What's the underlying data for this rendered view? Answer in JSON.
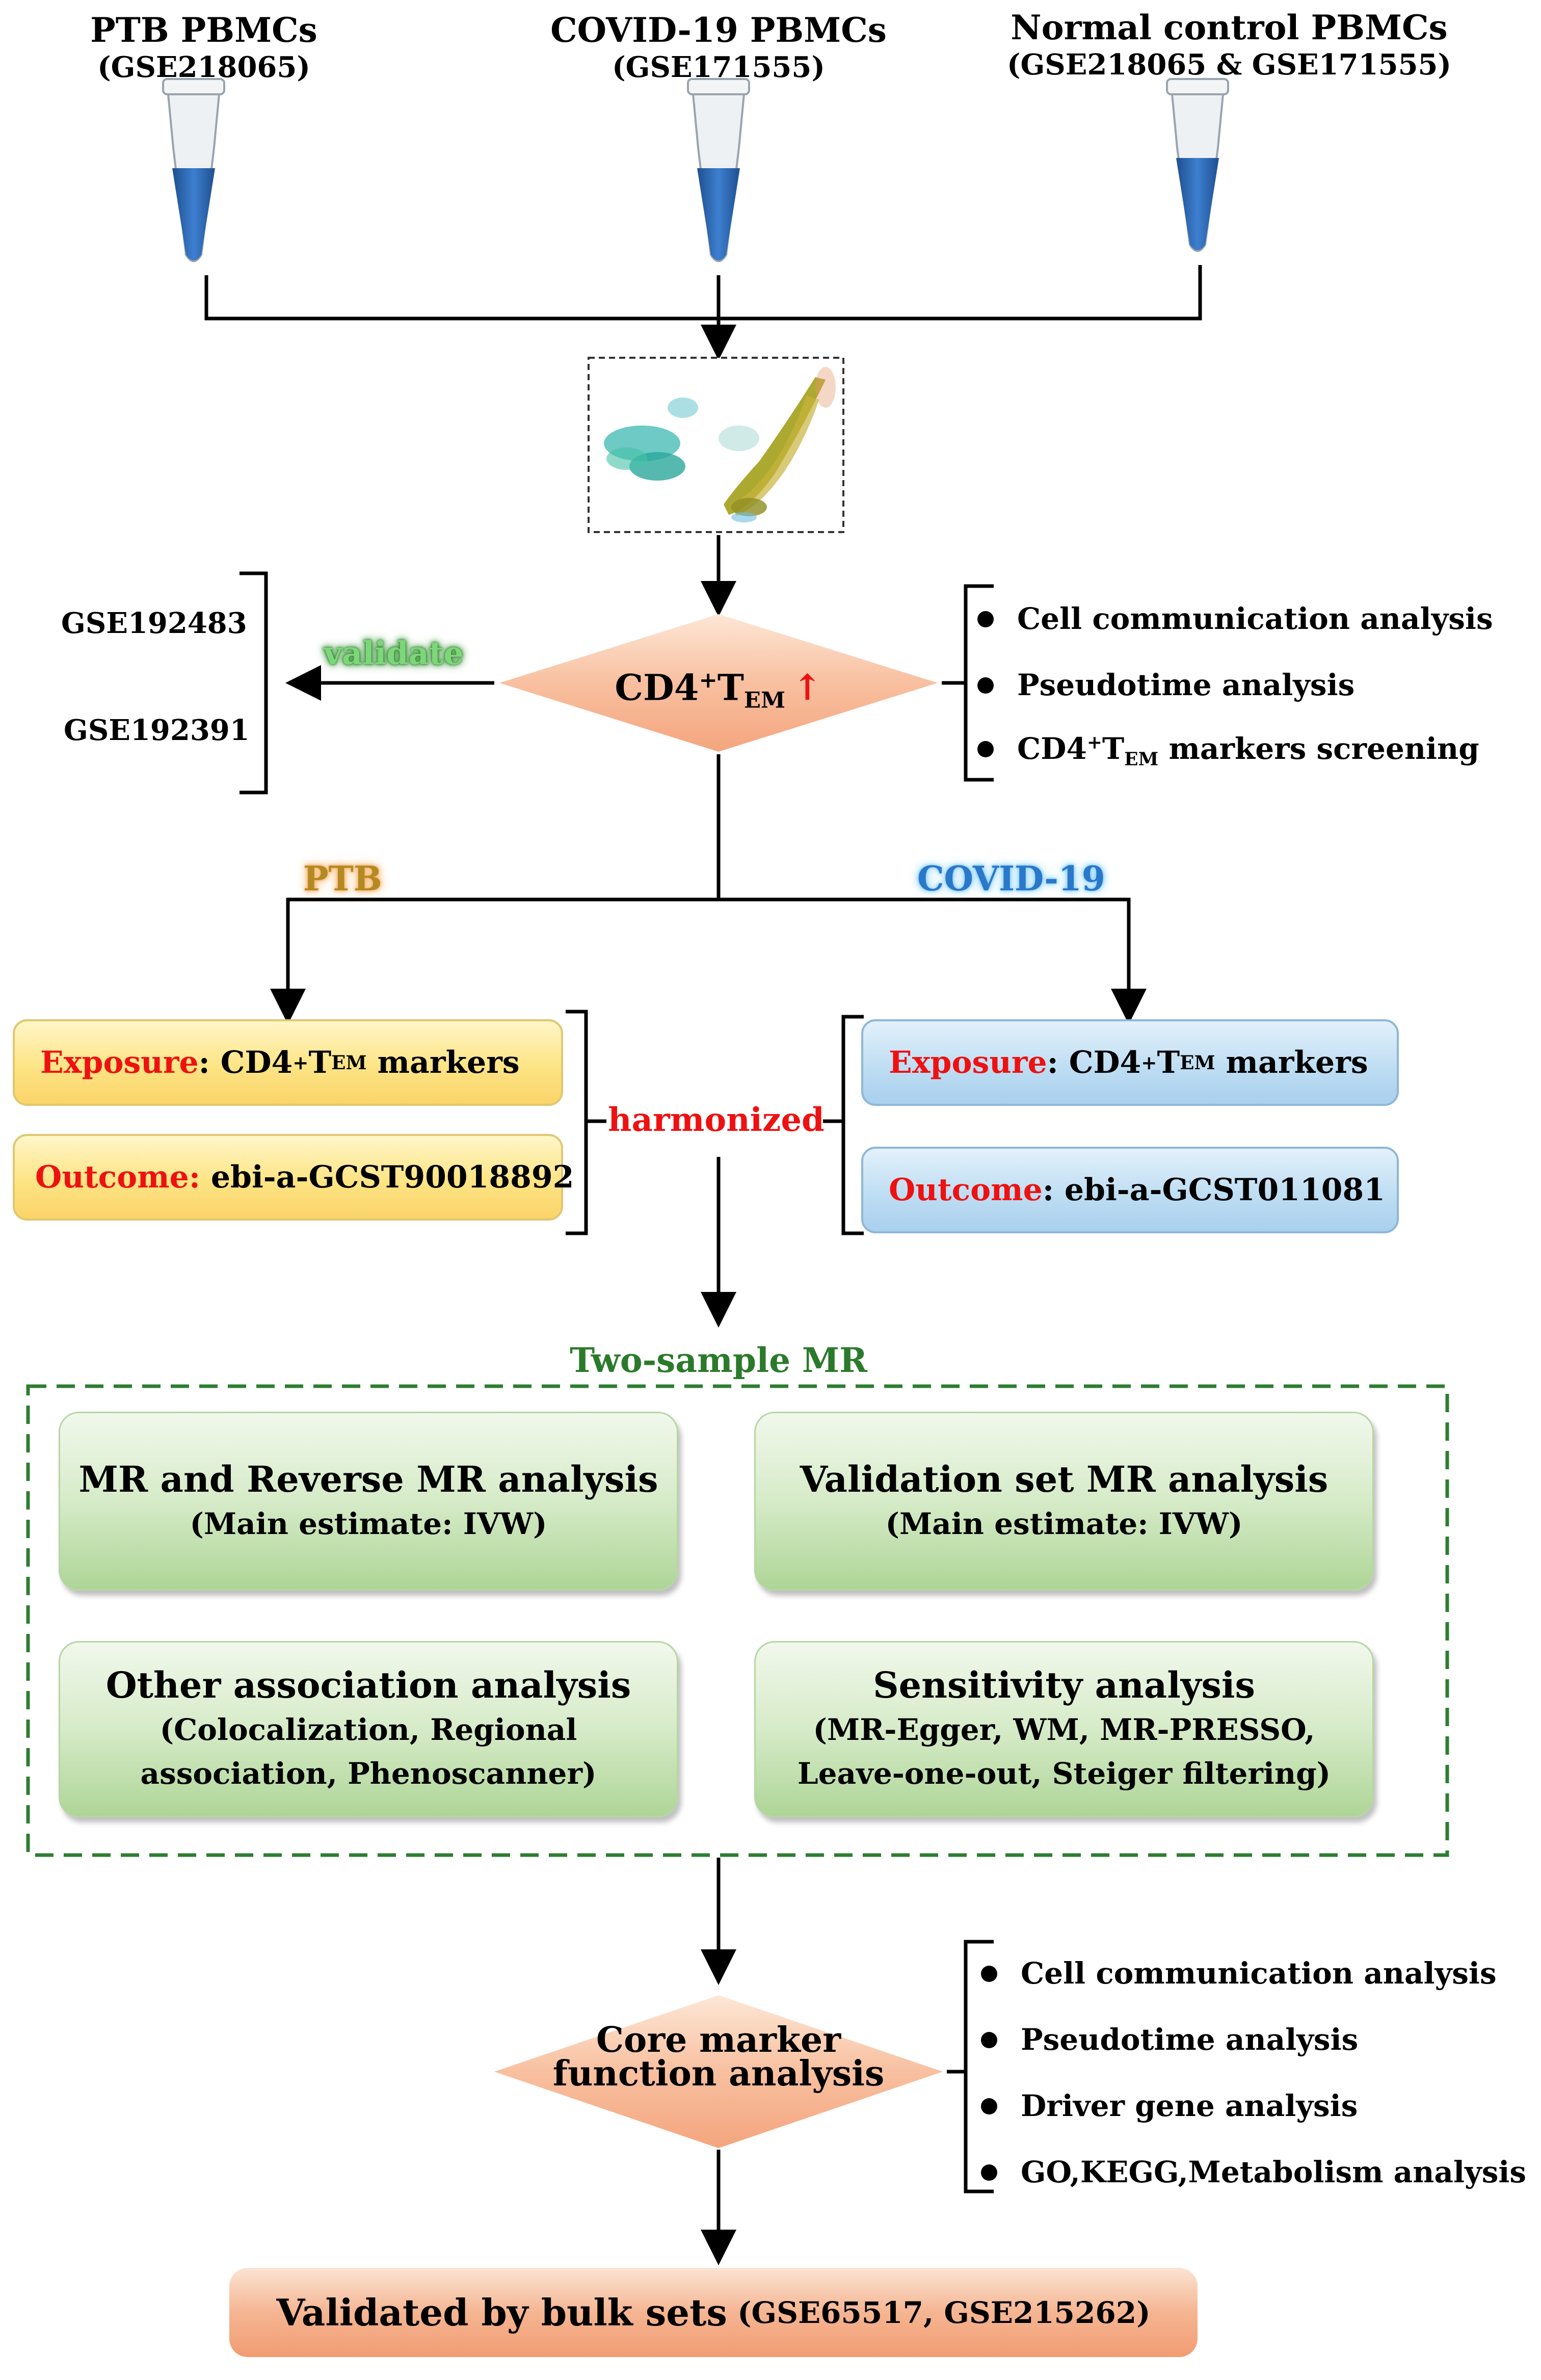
{
  "sources": [
    {
      "title": "PTB PBMCs",
      "subtitle": "(GSE218065)"
    },
    {
      "title": "COVID-19 PBMCs",
      "subtitle": "(GSE171555)"
    },
    {
      "title": "Normal control PBMCs",
      "subtitle": "(GSE218065 & GSE171555)"
    }
  ],
  "diamond1": {
    "prefix": "CD4",
    "sup": "+",
    "t": "T",
    "sub": "EM",
    "arrow": "↑"
  },
  "validation": {
    "label": "validate",
    "datasets": [
      "GSE192483",
      "GSE192391"
    ]
  },
  "analyses1": {
    "item1": "Cell communication analysis",
    "item2": "Pseudotime analysis",
    "item3_prefix": "CD4",
    "item3_sup": "+",
    "item3_t": "T",
    "item3_sub": "EM",
    "item3_suffix": " markers screening"
  },
  "branches": {
    "left": "PTB",
    "right": "COVID-19"
  },
  "ptb": {
    "exposure_label": "Exposure",
    "exposure_colon": ": ",
    "exposure_prefix": "CD4",
    "exposure_sup": "+",
    "exposure_t": "T",
    "exposure_sub": "EM",
    "exposure_suffix": " markers",
    "outcome_label": "Outcome:",
    "outcome_value": " ebi-a-GCST90018892"
  },
  "covid": {
    "exposure_label": "Exposure",
    "exposure_colon": ": ",
    "exposure_prefix": "CD4",
    "exposure_sup": "+",
    "exposure_t": "T",
    "exposure_sub": "EM",
    "exposure_suffix": " markers",
    "outcome_label": "Outcome",
    "outcome_colon": ": ",
    "outcome_value": "ebi-a-GCST011081"
  },
  "harmonized": "harmonized",
  "mr": {
    "title": "Two-sample MR",
    "box1": {
      "main": "MR and Reverse MR analysis",
      "sub": "(Main estimate: IVW)"
    },
    "box2": {
      "main": "Validation set MR analysis",
      "sub": "(Main estimate: IVW)"
    },
    "box3": {
      "main": "Other association analysis",
      "sub1": "(Colocalization, Regional",
      "sub2": "association, Phenoscanner)"
    },
    "box4": {
      "main": "Sensitivity analysis",
      "sub1": "(MR-Egger, WM, MR-PRESSO,",
      "sub2": "Leave-one-out, Steiger filtering)"
    }
  },
  "diamond2": {
    "line1": "Core marker",
    "line2": "function analysis"
  },
  "analyses2": [
    "Cell communication analysis",
    "Pseudotime analysis",
    "Driver gene analysis",
    "GO,KEGG,Metabolism analysis"
  ],
  "final": {
    "main": "Validated by bulk sets",
    "detail": " (GSE65517, GSE215262)"
  },
  "colors": {
    "accent_red": "#ee1111",
    "mr_green": "#2b7a2b",
    "ptb_orange": "#b38a22",
    "covid_blue": "#2a78c9"
  }
}
